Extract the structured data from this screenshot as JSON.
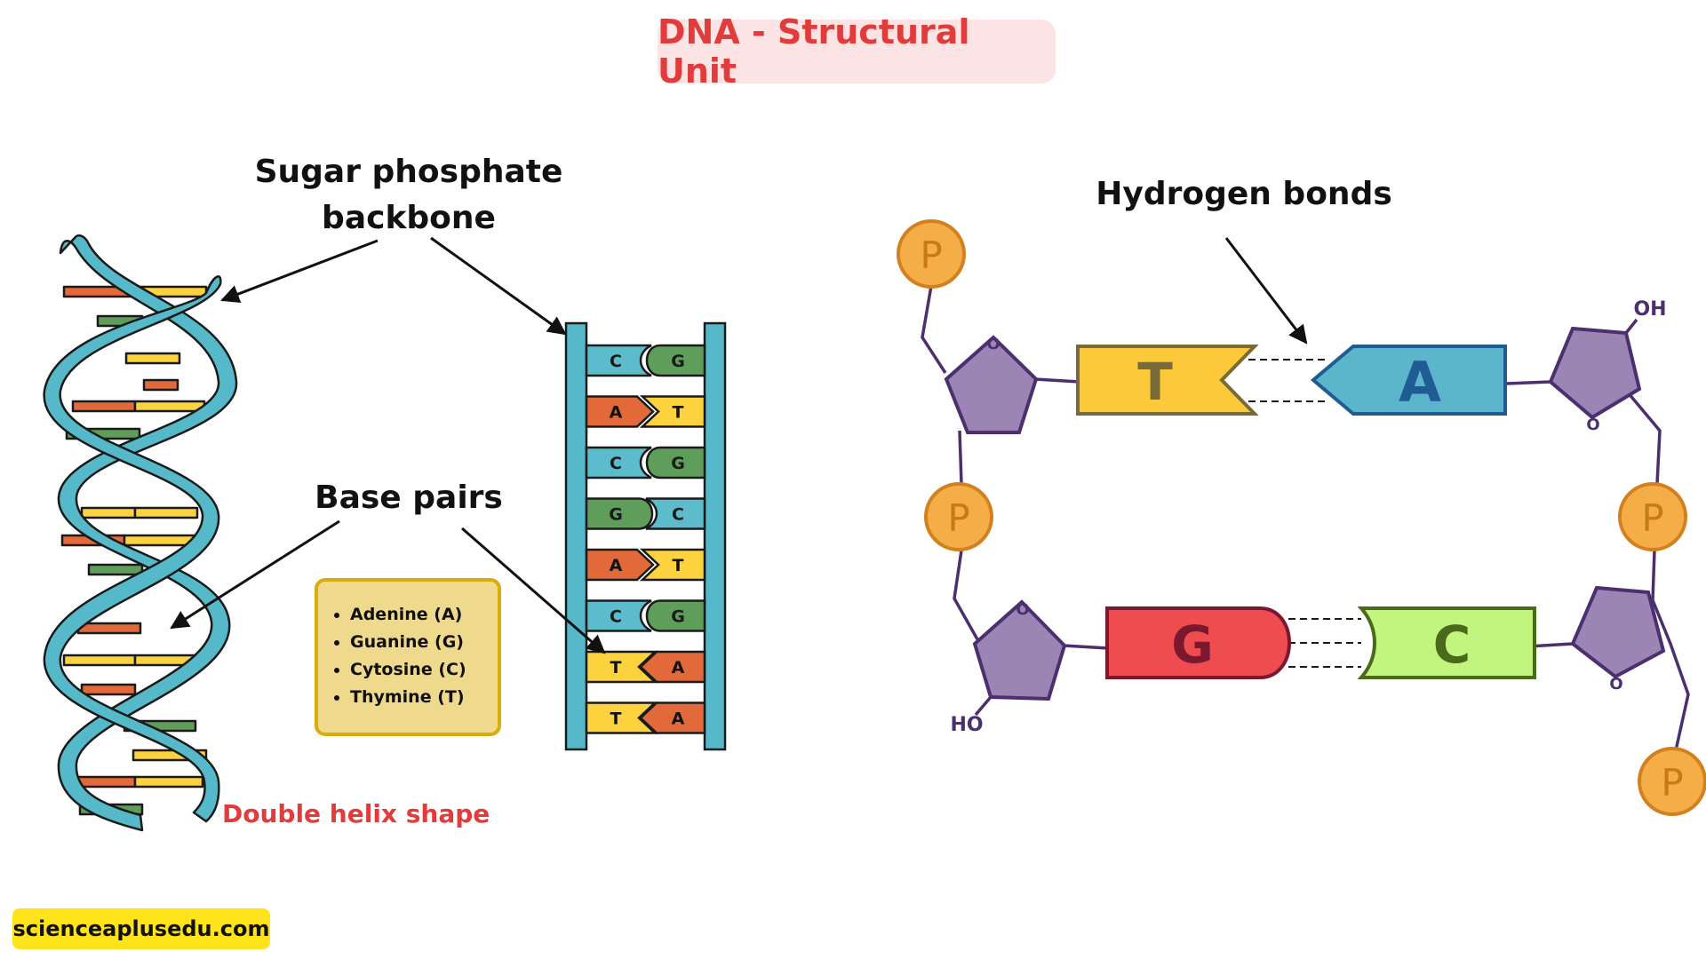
{
  "title": "DNA - Structural Unit",
  "labels": {
    "backbone_line1": "Sugar phosphate",
    "backbone_line2": "backbone",
    "base_pairs": "Base pairs",
    "double_helix": "Double helix shape",
    "hydrogen_bonds": "Hydrogen bonds"
  },
  "legend": [
    "Adenine (A)",
    "Guanine (G)",
    "Cytosine (C)",
    "Thymine (T)"
  ],
  "ladder_pairs": [
    {
      "left": "C",
      "right": "G"
    },
    {
      "left": "A",
      "right": "T"
    },
    {
      "left": "C",
      "right": "G"
    },
    {
      "left": "G",
      "right": "C"
    },
    {
      "left": "A",
      "right": "T"
    },
    {
      "left": "C",
      "right": "G"
    },
    {
      "left": "T",
      "right": "A"
    },
    {
      "left": "T",
      "right": "A"
    }
  ],
  "nucleotide_detail": {
    "phosphate": "P",
    "oxygen": "O",
    "oh_group": "OH",
    "ho_group": "HO",
    "top_pair": {
      "left": "T",
      "right": "A"
    },
    "bottom_pair": {
      "left": "G",
      "right": "C"
    }
  },
  "website": "scienceaplusedu.com",
  "colors": {
    "title_red": "#e23b3b",
    "title_bg": "#fde4e4",
    "helix_teal": "#55b9c9",
    "adenine": "#e2693a",
    "thymine": "#fcd23f",
    "cytosine": "#5cbccc",
    "guanine": "#5f9e5a",
    "sugar_purple": "#9a85b5",
    "phosphate_orange": "#f5ad48",
    "g_block": "#ee4c4f",
    "c_block": "#c2f57f",
    "a_block": "#5bb6cc",
    "t_block": "#fcc93a",
    "site_yellow": "#ffe31a"
  }
}
